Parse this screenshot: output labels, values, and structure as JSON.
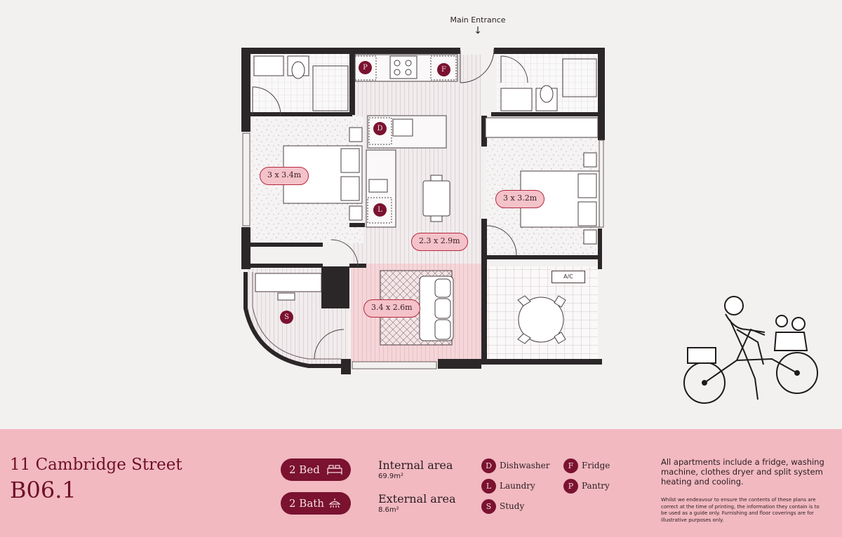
{
  "entrance_label": "Main Entrance",
  "entrance_arrow": "↓",
  "rooms": {
    "bed1": "3 x 3.4m",
    "bed2": "3 x 3.2m",
    "kitchen": "2.3 x 2.9m",
    "living": "3.4 x 2.6m"
  },
  "plan_badges": {
    "pantry": "P",
    "fridge": "F",
    "dishwasher": "D",
    "laundry": "L",
    "study": "S"
  },
  "ac_label": "A/C",
  "footer": {
    "address": "11 Cambridge Street",
    "unit": "B06.1",
    "bed_label": "2 Bed",
    "bath_label": "2 Bath",
    "internal_label": "Internal area",
    "internal_value": "69.9m²",
    "external_label": "External area",
    "external_value": "8.6m²",
    "legend": [
      {
        "letter": "D",
        "text": "Dishwasher"
      },
      {
        "letter": "L",
        "text": "Laundry"
      },
      {
        "letter": "S",
        "text": "Study"
      },
      {
        "letter": "F",
        "text": "Fridge"
      },
      {
        "letter": "P",
        "text": "Pantry"
      }
    ],
    "includes": "All apartments include a fridge, washing machine, clothes dryer and split system heating and cooling.",
    "disclaimer": "Whilst we endeavour to ensure the contents of these plans are correct at the time of printing, the information they contain is to be used as a guide only. Furnishing and floor coverings are for illustrative purposes only."
  },
  "colors": {
    "brand": "#7a1230",
    "footer_bg": "#f2b9c1",
    "wall": "#2b2729",
    "living_tint": "#f5d3d6"
  }
}
